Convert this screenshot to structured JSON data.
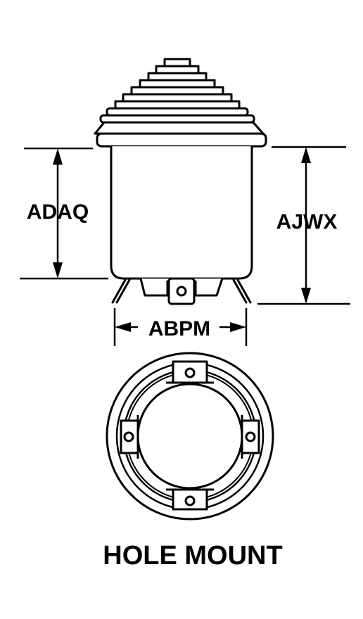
{
  "dimensions": {
    "body_height_label": "ADAQ",
    "overall_height_label": "AJWX",
    "width_label": "ABPM"
  },
  "caption": "HOLE MOUNT",
  "colors": {
    "line": "#000000",
    "background": "#ffffff"
  }
}
